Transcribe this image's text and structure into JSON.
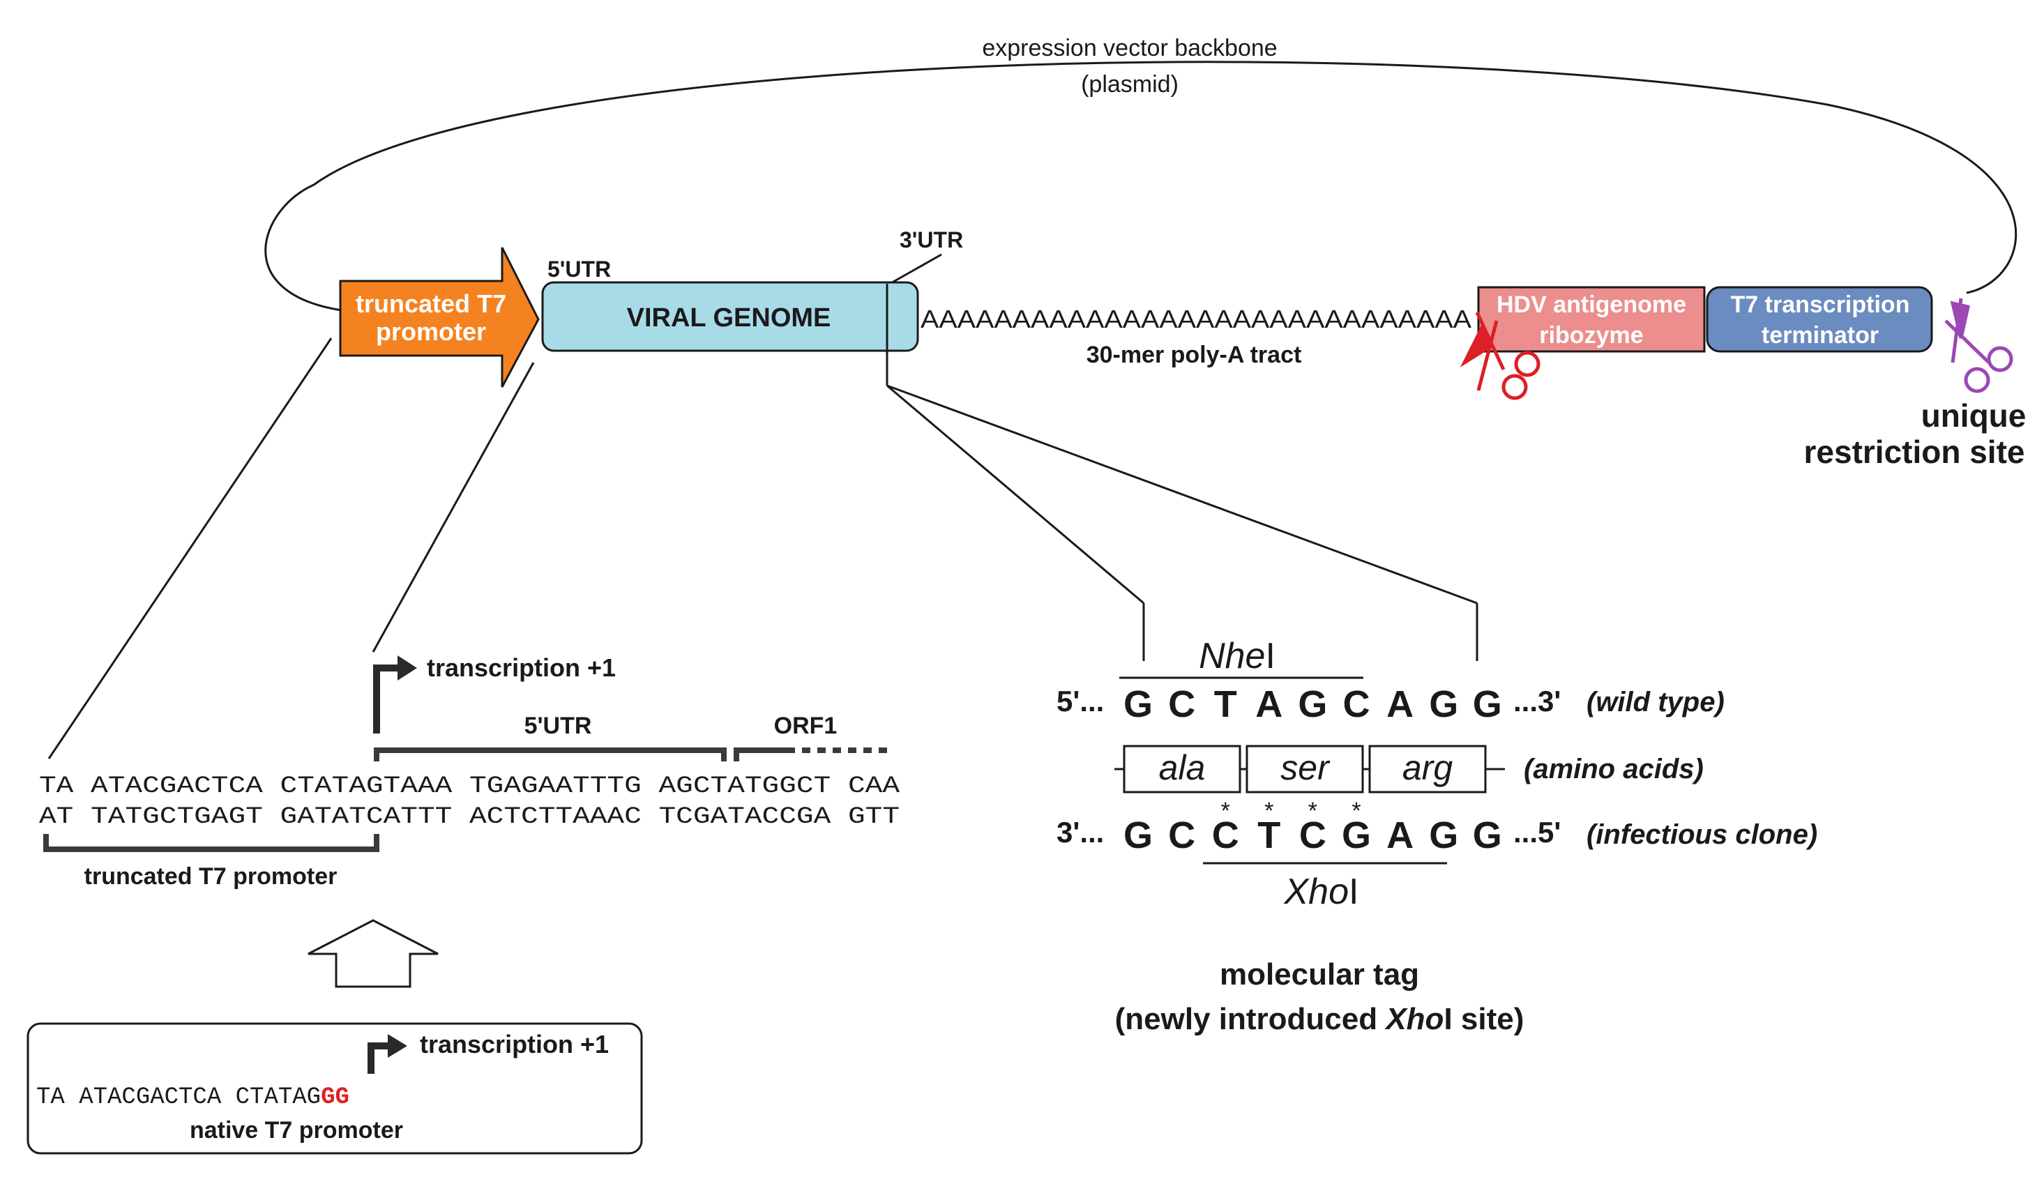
{
  "colors": {
    "promoter_orange": "#f58220",
    "genome_blue": "#a8dbe8",
    "ribozyme_pink": "#ec8e8e",
    "terminator_blue": "#6b8cc0",
    "red_scissors": "#dd1f26",
    "purple_scissors": "#9b48b5",
    "native_gg_red": "#e02020",
    "line": "#1a1a1a"
  },
  "plasmid": {
    "title": "expression vector backbone",
    "subtitle": "(plasmid)"
  },
  "construct": {
    "promoter_line1": "truncated T7",
    "promoter_line2": "promoter",
    "utr5": "5'UTR",
    "utr3": "3'UTR",
    "genome": "VIRAL GENOME",
    "polyA_seq": "AAAAAAAAAAAAAAAAAAAAAAAAAAAAAA",
    "polyA_label": "30-mer poly-A tract",
    "ribozyme_line1": "HDV antigenome",
    "ribozyme_line2": "ribozyme",
    "terminator_line1": "T7 transcription",
    "terminator_line2": "terminator",
    "restriction_line1": "unique",
    "restriction_line2": "restriction site"
  },
  "promoter_detail": {
    "transcription_start": "transcription +1",
    "utr5": "5'UTR",
    "orf1": "ORF1",
    "seq_top": "TA ATACGACTCA CTATAGTAAA TGAGAATTTG AGCTATGGCT CAA",
    "seq_bottom": "AT TATGCTGAGT GATATCATTT ACTCTTAAAC TCGATACCGA GTT",
    "promoter_label": "truncated T7 promoter"
  },
  "native_box": {
    "transcription_start": "transcription +1",
    "seq_black": "TA ATACGACTCA CTATAG",
    "seq_red": "GG",
    "label": "native T7 promoter"
  },
  "tag_detail": {
    "nhe_name": "Nhe",
    "nhe_suffix": "I",
    "wt_5prime": "5'...",
    "wt_3prime": "...3'",
    "wt_bases": [
      "G",
      "C",
      "T",
      "A",
      "G",
      "C",
      "A",
      "G",
      "G"
    ],
    "wt_note": "(wild type)",
    "amino_acids": [
      "ala",
      "ser",
      "arg"
    ],
    "aa_note": "(amino acids)",
    "ic_3prime": "3'...",
    "ic_5prime": "...5'",
    "ic_bases": [
      "G",
      "C",
      "C",
      "T",
      "C",
      "G",
      "A",
      "G",
      "G"
    ],
    "ic_note": "(infectious clone)",
    "star": "*",
    "xho_name": "Xho",
    "xho_suffix": "I",
    "caption_line1": "molecular tag",
    "caption_pre": "(newly introduced ",
    "caption_italic": "Xho",
    "caption_post": "I site)"
  }
}
